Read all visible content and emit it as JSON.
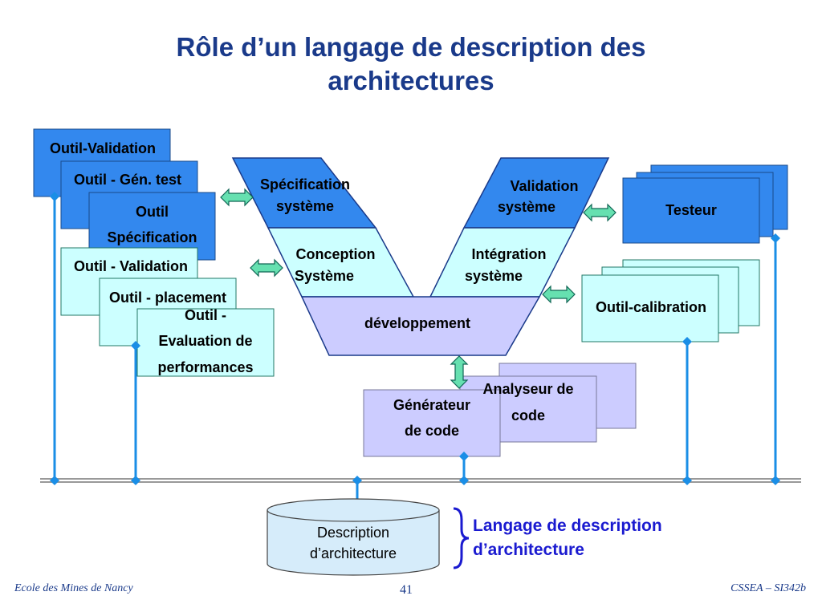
{
  "title_line1": "Rôle d’un langage de description des",
  "title_line2": "architectures",
  "left_tools": {
    "validation": "Outil-Validation",
    "gen_test": "Outil - Gén. test",
    "specification_1": "Outil",
    "specification_2": "Spécification",
    "validation2": "Outil - Validation",
    "placement": "Outil - placement",
    "eval_1": "Outil -",
    "eval_2": "Evaluation de",
    "eval_3": "performances"
  },
  "v_model": {
    "spec_1": "Spécification",
    "spec_2": "système",
    "valid_1": "Validation",
    "valid_2": "système",
    "conception_1": "Conception",
    "conception_2": "Système",
    "integration_1": "Intégration",
    "integration_2": "système",
    "dev": "développement"
  },
  "right_tools": {
    "testeur": "Testeur",
    "calibration": "Outil-calibration"
  },
  "bottom_tools": {
    "analyseur_1": "Analyseur de",
    "analyseur_2": "code",
    "generateur_1": "Générateur",
    "generateur_2": "de code"
  },
  "database": {
    "line1": "Description",
    "line2": "d’architecture"
  },
  "legend": {
    "line1": "Langage de description",
    "line2": "d’architecture"
  },
  "footer": {
    "left": "Ecole des Mines de Nancy",
    "page": "41",
    "right": "CSSEA – SI342b"
  },
  "colors": {
    "title": "#1a3a8a",
    "blue_fill": "#3388ee",
    "cyan_fill": "#ccffff",
    "lavender_fill": "#ccccff",
    "bus": "#1a8ee6",
    "arrow": "#55ddaa",
    "legend": "#1a1ad0"
  }
}
